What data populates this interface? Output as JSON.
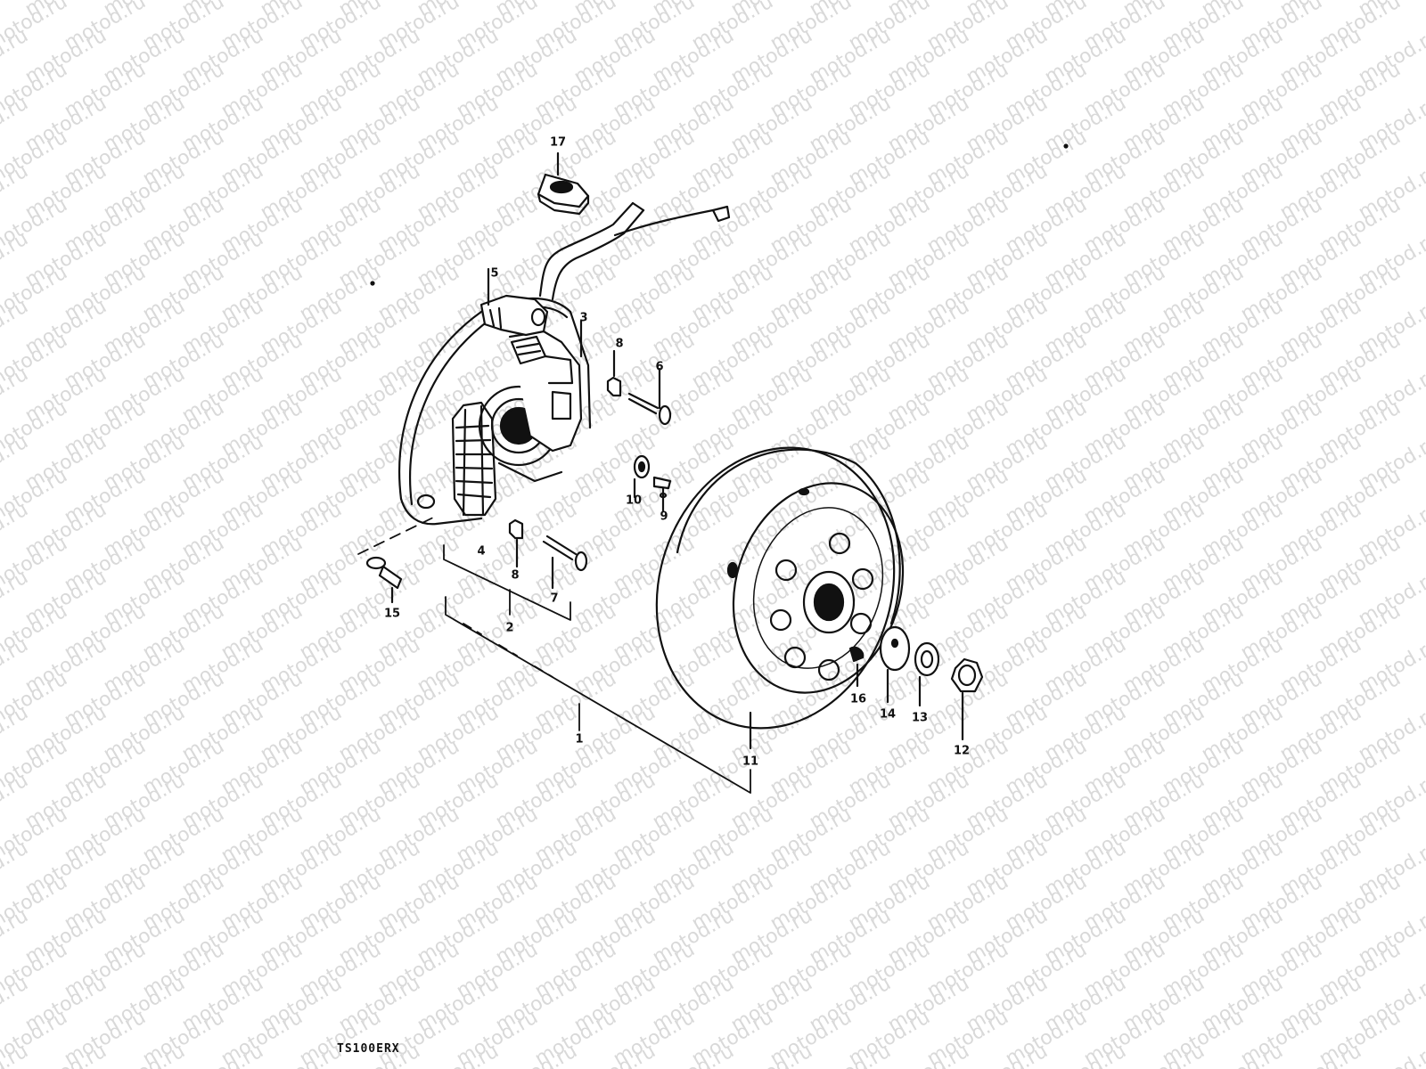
{
  "watermark": {
    "text": "motod.ru"
  },
  "model_code": "TS100ERX",
  "callouts": {
    "c17": "17",
    "c5": "5",
    "c3": "3",
    "c8a": "8",
    "c6": "6",
    "c10": "10",
    "c9": "9",
    "c4": "4",
    "c8b": "8",
    "c7": "7",
    "c2": "2",
    "c15": "15",
    "c1": "1",
    "c11": "11",
    "c16": "16",
    "c14": "14",
    "c13": "13",
    "c12": "12"
  },
  "colors": {
    "ink": "#111111",
    "watermark": "#d9d9d9",
    "background": "#ffffff"
  }
}
